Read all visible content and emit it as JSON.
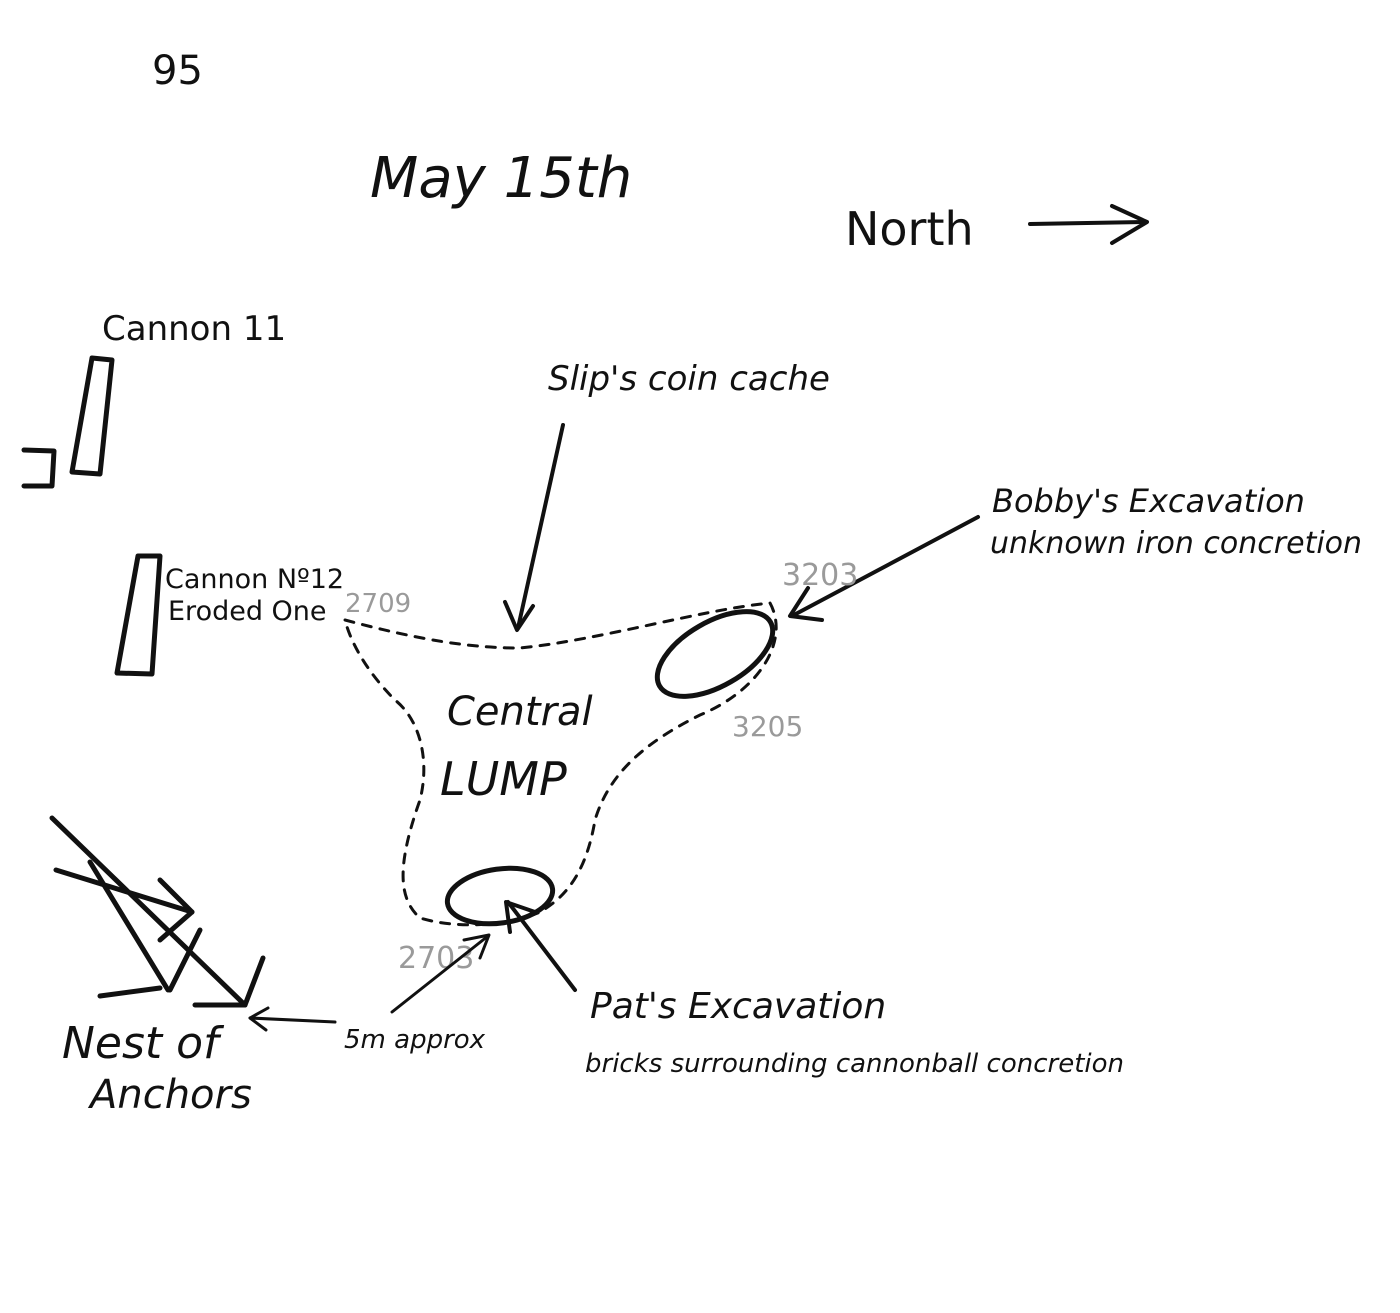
{
  "page_number": "95",
  "date": "May 15th",
  "north_label": "North",
  "labels": {
    "cannon_11": "Cannon 11",
    "cannon_12_line1": "Cannon Nº12",
    "cannon_12_line2": "Eroded One",
    "coin_cache": "Slip's coin cache",
    "bobby_line1": "Bobby's Excavation",
    "bobby_line2": "unknown iron concretion",
    "central_line1": "Central",
    "central_line2": "LUMP",
    "pat_line1": "Pat's Excavation",
    "pat_line2": "bricks surrounding cannonball concretion",
    "anchors_line1": "Nest of",
    "anchors_line2": "Anchors",
    "distance": "5m approx"
  },
  "markers": {
    "m_2709": "2709",
    "m_3203": "3203",
    "m_3205": "3205",
    "m_2703": "2703"
  }
}
